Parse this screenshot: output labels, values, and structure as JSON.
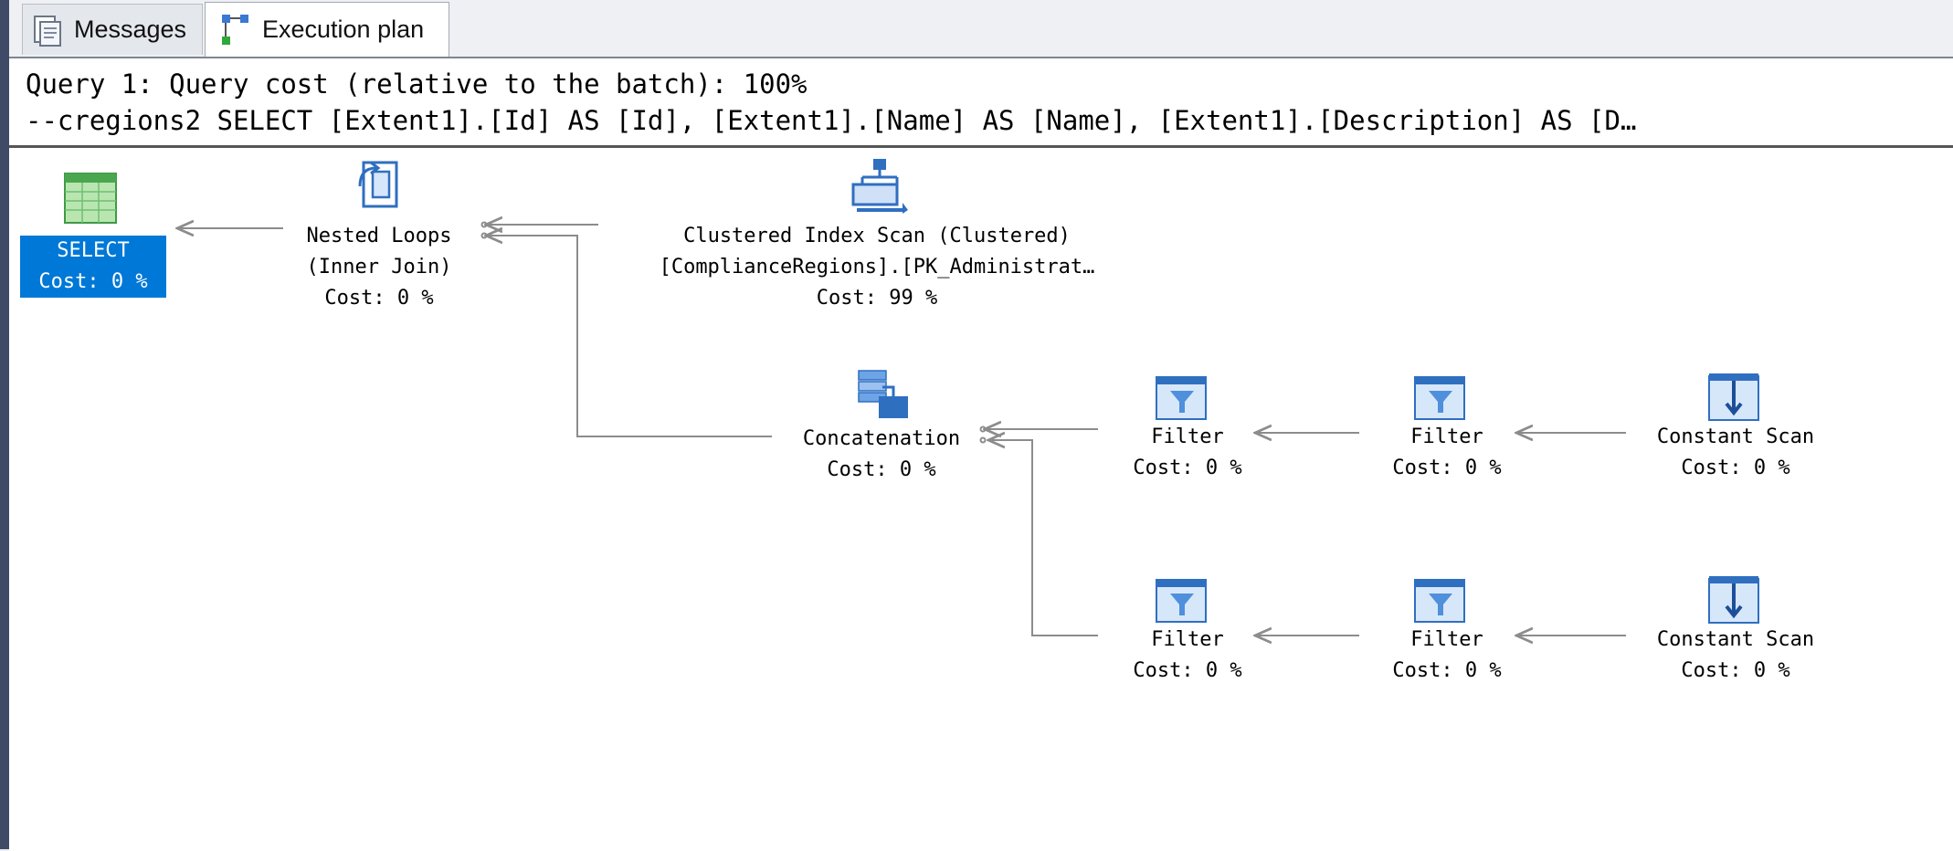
{
  "tabs": [
    {
      "label": "Messages",
      "icon": "messages-icon",
      "active": false
    },
    {
      "label": "Execution plan",
      "icon": "execution-plan-icon",
      "active": true
    }
  ],
  "header": {
    "query_line": "Query 1: Query cost (relative to the batch): 100%",
    "sql_line": "--cregions2 SELECT [Extent1].[Id] AS [Id], [Extent1].[Name] AS [Name], [Extent1].[Description] AS [D…"
  },
  "colors": {
    "selection": "#0078d7",
    "icon_blue": "#2f6fc0",
    "connector": "#8c8c8c"
  },
  "operators": {
    "select": {
      "name": "SELECT",
      "cost": "Cost: 0 %",
      "icon": "result-grid-icon",
      "selected": true
    },
    "nested_loops": {
      "name": "Nested Loops",
      "sub": "(Inner Join)",
      "cost": "Cost: 0 %",
      "icon": "nested-loops-icon"
    },
    "clustered_scan": {
      "name": "Clustered Index Scan (Clustered)",
      "sub": "[ComplianceRegions].[PK_Administrat…",
      "cost": "Cost: 99 %",
      "icon": "clustered-index-scan-icon"
    },
    "concatenation": {
      "name": "Concatenation",
      "cost": "Cost: 0 %",
      "icon": "concatenation-icon"
    },
    "filter_1a": {
      "name": "Filter",
      "cost": "Cost: 0 %",
      "icon": "filter-icon"
    },
    "filter_1b": {
      "name": "Filter",
      "cost": "Cost: 0 %",
      "icon": "filter-icon"
    },
    "constant_scan_1": {
      "name": "Constant Scan",
      "cost": "Cost: 0 %",
      "icon": "constant-scan-icon"
    },
    "filter_2a": {
      "name": "Filter",
      "cost": "Cost: 0 %",
      "icon": "filter-icon"
    },
    "filter_2b": {
      "name": "Filter",
      "cost": "Cost: 0 %",
      "icon": "filter-icon"
    },
    "constant_scan_2": {
      "name": "Constant Scan",
      "cost": "Cost: 0 %",
      "icon": "constant-scan-icon"
    }
  }
}
